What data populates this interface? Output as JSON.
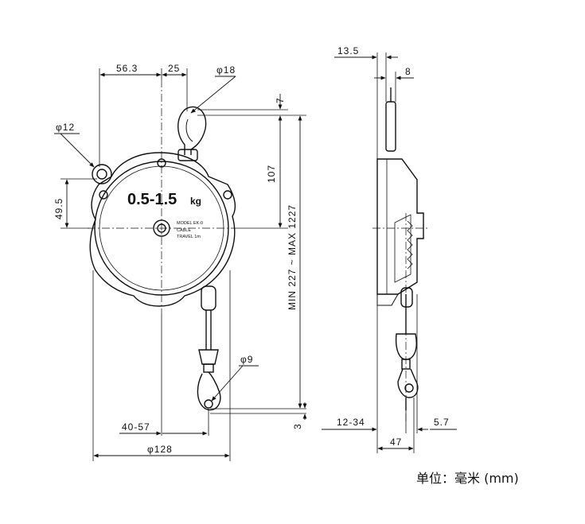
{
  "unit_note": "单位：毫米 (mm)",
  "front_view": {
    "dims": {
      "d_56_3": "56.3",
      "d_25": "25",
      "phi18": "φ18",
      "phi12": "φ12",
      "d_7": "7",
      "d_107": "107",
      "d_49_5": "49.5",
      "cable_range": "MIN 227 ~ MAX 1227",
      "phi9": "φ9",
      "d_40_57": "40-57",
      "d_3": "3",
      "phi128": "φ128"
    },
    "label": {
      "capacity": "0.5-1.5",
      "capacity_unit": "kg",
      "model": "MODEL EK-0",
      "cable": "CABLE",
      "travel": "TRAVEL 1m"
    }
  },
  "side_view": {
    "dims": {
      "d_13_5": "13.5",
      "d_8": "8",
      "d_12_34": "12-34",
      "d_47": "47",
      "d_5_7": "5.7"
    }
  }
}
